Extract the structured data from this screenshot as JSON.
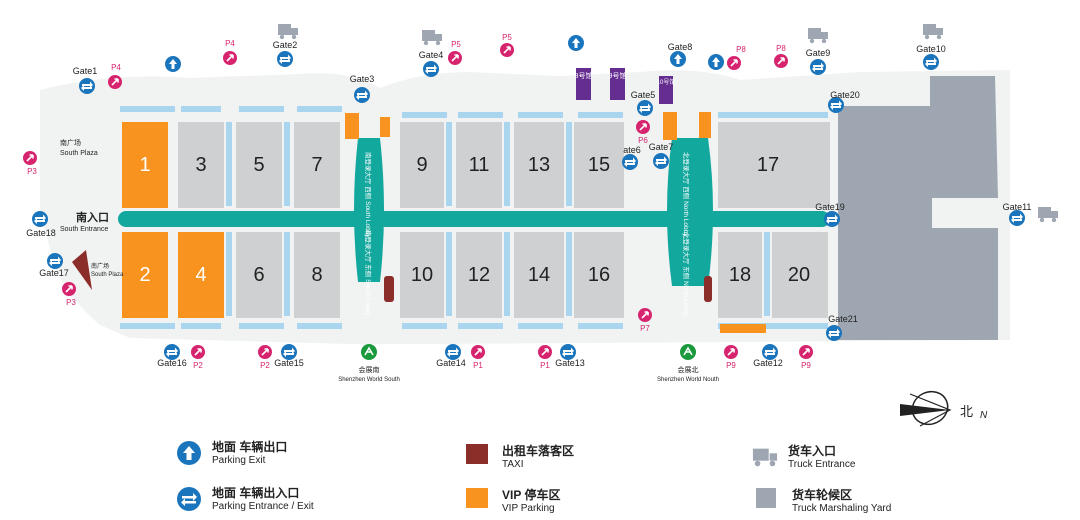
{
  "halls": [
    {
      "id": "1",
      "label": "1",
      "vip": true
    },
    {
      "id": "2",
      "label": "2",
      "vip": true
    },
    {
      "id": "3",
      "label": "3"
    },
    {
      "id": "4",
      "label": "4",
      "vip": true
    },
    {
      "id": "5",
      "label": "5"
    },
    {
      "id": "6",
      "label": "6"
    },
    {
      "id": "7",
      "label": "7"
    },
    {
      "id": "8",
      "label": "8"
    },
    {
      "id": "9",
      "label": "9"
    },
    {
      "id": "10",
      "label": "10"
    },
    {
      "id": "11",
      "label": "11"
    },
    {
      "id": "12",
      "label": "12"
    },
    {
      "id": "13",
      "label": "13"
    },
    {
      "id": "14",
      "label": "14"
    },
    {
      "id": "15",
      "label": "15"
    },
    {
      "id": "16",
      "label": "16"
    },
    {
      "id": "17",
      "label": "17"
    },
    {
      "id": "18",
      "label": "18"
    },
    {
      "id": "20",
      "label": "20"
    }
  ],
  "gates": {
    "gate1": "Gate1",
    "gate2": "Gate2",
    "gate3": "Gate3",
    "gate4": "Gate4",
    "gate5": "Gate5",
    "gate6": "ate6",
    "gate7": "Gate7",
    "gate8": "Gate8",
    "gate9": "Gate9",
    "gate10": "Gate10",
    "gate11": "Gate11",
    "gate12": "Gate12",
    "gate13": "Gate13",
    "gate14": "Gate14",
    "gate15": "Gate15",
    "gate16": "Gate16",
    "gate17": "Gate17",
    "gate18": "Gate18",
    "gate19": "Gate19",
    "gate20": "Gate20",
    "gate21": "Gate21"
  },
  "parking": {
    "p1a": "P1",
    "p1b": "P1",
    "p2a": "P2",
    "p2b": "P2",
    "p3a": "P3",
    "p3b": "P3",
    "p4a": "P4",
    "p4b": "P4",
    "p5a": "P5",
    "p5b": "P5",
    "p6": "P6",
    "p7": "P7",
    "p8a": "P8",
    "p8b": "P8",
    "p9a": "P9",
    "p9b": "P9"
  },
  "areas": {
    "south_plaza_cn": "南广场",
    "south_plaza_en": "South Plaza",
    "south_plaza2_cn": "南广场",
    "south_plaza2_en": "South Plaza",
    "south_entrance_cn": "南入口",
    "south_entrance_en": "South Entrance",
    "south_lobby_w": "南登录大厅 西侧 South Lobby",
    "south_lobby_e": "南登录大厅 东侧 South Lobby",
    "north_lobby_w": "北登录大厅 西侧 North Lobby",
    "north_lobby_e": "北登录大厅 东侧 North Lobby",
    "metro_south_cn": "会展南",
    "metro_south_en": "Shenzhen World South",
    "metro_north_cn": "会展北",
    "metro_north_en": "Shenzhen World Nouth",
    "hall8_small": "8号馆",
    "hall9_small": "9号馆",
    "hall10_small": "10号馆"
  },
  "compass": {
    "cn": "北",
    "en": "N"
  },
  "legend": [
    {
      "cn": "地面 车辆出口",
      "en": "Parking Exit",
      "icon": "parking-exit-icon"
    },
    {
      "cn": "地面 车辆出入口",
      "en": "Parking Entrance / Exit",
      "icon": "parking-entrance-exit-icon"
    },
    {
      "cn": "出租车落客区",
      "en": "TAXI",
      "icon": "taxi-area-icon"
    },
    {
      "cn": "VIP 停车区",
      "en": "VIP Parking",
      "icon": "vip-parking-icon"
    },
    {
      "cn": "货车入口",
      "en": "Truck Entrance",
      "icon": "truck-icon"
    },
    {
      "cn": "货车轮候区",
      "en": "Truck Marshaling Yard",
      "icon": "marshaling-yard-icon"
    }
  ],
  "colors": {
    "accent_teal": "#13a89e",
    "gate_blue": "#1b75bc",
    "parking_pink": "#d6246e",
    "vip_orange": "#f7931e",
    "taxi_brown": "#8b2e2a",
    "hall_gray": "#cfd0d2",
    "yard_gray": "#9ea7b1",
    "strip_blue": "#a9d6ee"
  }
}
